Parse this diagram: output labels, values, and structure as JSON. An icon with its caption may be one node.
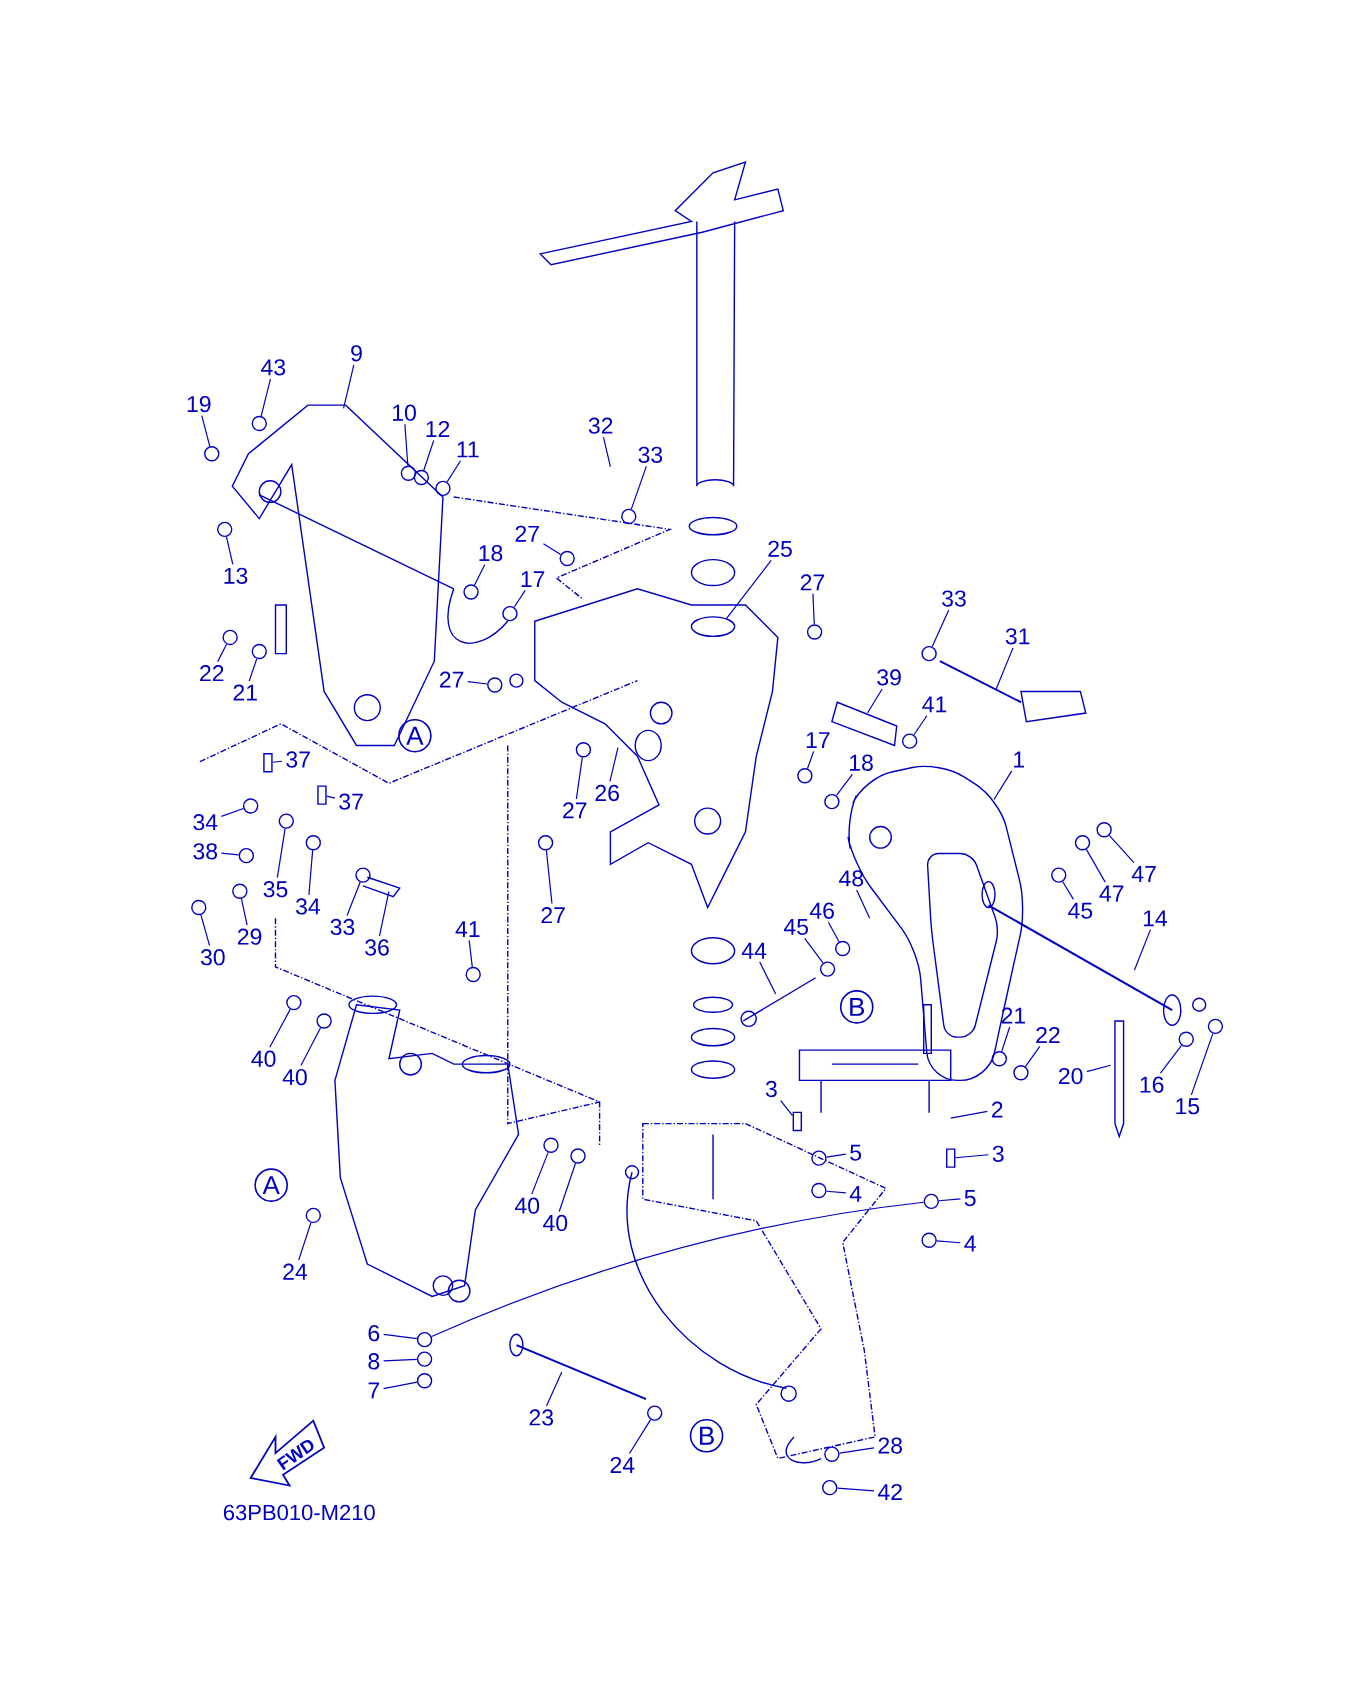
{
  "diagram": {
    "nodes": [
      {
        "text": [
          "9"
        ]
      },
      {
        "text": [
          "43"
        ]
      },
      {
        "text": [
          "19"
        ]
      },
      {
        "text": [
          "10"
        ]
      },
      {
        "text": [
          "12"
        ]
      },
      {
        "text": [
          "11"
        ]
      },
      {
        "text": [
          "13"
        ]
      },
      {
        "text": [
          "32"
        ]
      },
      {
        "text": [
          "33"
        ]
      },
      {
        "text": [
          "27"
        ]
      },
      {
        "text": [
          "18"
        ]
      },
      {
        "text": [
          "17"
        ]
      },
      {
        "text": [
          "25"
        ]
      },
      {
        "text": [
          "27"
        ]
      },
      {
        "text": [
          "33"
        ]
      },
      {
        "text": [
          "31"
        ]
      },
      {
        "text": [
          "22"
        ]
      },
      {
        "text": [
          "21"
        ]
      },
      {
        "text": [
          "27"
        ]
      },
      {
        "text": [
          "39"
        ]
      },
      {
        "text": [
          "41"
        ]
      },
      {
        "text": [
          "1"
        ]
      },
      {
        "text": [
          "17"
        ]
      },
      {
        "text": [
          "18"
        ]
      },
      {
        "text": [
          "37"
        ]
      },
      {
        "text": [
          "37"
        ]
      },
      {
        "text": [
          "27"
        ]
      },
      {
        "text": [
          "26"
        ]
      },
      {
        "text": [
          "34"
        ]
      },
      {
        "text": [
          "38"
        ]
      },
      {
        "text": [
          "35"
        ]
      },
      {
        "text": [
          "34"
        ]
      },
      {
        "text": [
          "29"
        ]
      },
      {
        "text": [
          "30"
        ]
      },
      {
        "text": [
          "33"
        ]
      },
      {
        "text": [
          "36"
        ]
      },
      {
        "text": [
          "27"
        ]
      },
      {
        "text": [
          "41"
        ]
      },
      {
        "text": [
          "48"
        ]
      },
      {
        "text": [
          "45"
        ]
      },
      {
        "text": [
          "47"
        ]
      },
      {
        "text": [
          "47"
        ]
      },
      {
        "text": [
          "46"
        ]
      },
      {
        "text": [
          "45"
        ]
      },
      {
        "text": [
          "44"
        ]
      },
      {
        "text": [
          "14"
        ]
      },
      {
        "text": [
          "21"
        ]
      },
      {
        "text": [
          "22"
        ]
      },
      {
        "text": [
          "20"
        ]
      },
      {
        "text": [
          "16"
        ]
      },
      {
        "text": [
          "15"
        ]
      },
      {
        "text": [
          "40"
        ]
      },
      {
        "text": [
          "40"
        ]
      },
      {
        "text": [
          "3"
        ]
      },
      {
        "text": [
          "2"
        ]
      },
      {
        "text": [
          "5"
        ]
      },
      {
        "text": [
          "3"
        ]
      },
      {
        "text": [
          "4"
        ]
      },
      {
        "text": [
          "5"
        ]
      },
      {
        "text": [
          "4"
        ]
      },
      {
        "text": [
          "40"
        ]
      },
      {
        "text": [
          "40"
        ]
      },
      {
        "text": [
          "24"
        ]
      },
      {
        "text": [
          "6"
        ]
      },
      {
        "text": [
          "8"
        ]
      },
      {
        "text": [
          "7"
        ]
      },
      {
        "text": [
          "23"
        ]
      },
      {
        "text": [
          "24"
        ]
      },
      {
        "text": [
          "28"
        ]
      },
      {
        "text": [
          "42"
        ]
      },
      {
        "text": [
          "A"
        ]
      },
      {
        "text": [
          "A"
        ]
      },
      {
        "text": [
          "B"
        ]
      },
      {
        "text": [
          "B"
        ]
      },
      {
        "text": [],
        "shape": "circle"
      },
      {
        "text": [],
        "shape": "circle"
      },
      {
        "text": [],
        "shape": "circle"
      },
      {
        "text": [],
        "shape": "circle"
      },
      {
        "text": [],
        "shape": "circle"
      },
      {
        "text": [],
        "shape": "circle"
      },
      {
        "text": [],
        "shape": "circle"
      },
      {
        "text": [],
        "shape": "circle"
      },
      {
        "text": [],
        "shape": "circle"
      },
      {
        "text": [],
        "shape": "circle"
      },
      {
        "text": [],
        "shape": "circle"
      },
      {
        "text": [],
        "shape": "circle"
      },
      {
        "text": [],
        "shape": "circle"
      },
      {
        "text": [],
        "shape": "circle"
      },
      {
        "text": [],
        "shape": "circle"
      },
      {
        "text": [],
        "shape": "circle"
      },
      {
        "text": [],
        "shape": "circle"
      },
      {
        "text": [],
        "shape": "circle"
      },
      {
        "text": [],
        "shape": "box"
      },
      {
        "text": [],
        "shape": "box"
      },
      {
        "text": [],
        "shape": "circle"
      },
      {
        "text": [],
        "shape": "circle"
      },
      {
        "text": [],
        "shape": "circle"
      },
      {
        "text": [],
        "shape": "circle"
      },
      {
        "text": [],
        "shape": "circle"
      },
      {
        "text": [],
        "shape": "circle"
      },
      {
        "text": [],
        "shape": "circle"
      },
      {
        "text": [],
        "shape": "circle"
      },
      {
        "text": [],
        "shape": "circle"
      },
      {
        "text": [],
        "shape": "circle"
      },
      {
        "text": [],
        "shape": "circle"
      },
      {
        "text": [],
        "shape": "circle"
      },
      {
        "text": [],
        "shape": "circle"
      },
      {
        "text": [],
        "shape": "circle"
      },
      {
        "text": [],
        "shape": "circle"
      },
      {
        "text": [],
        "shape": "circle"
      },
      {
        "text": [],
        "shape": "circle"
      },
      {
        "text": [],
        "shape": "circle"
      },
      {
        "text": [],
        "shape": "circle"
      },
      {
        "text": [],
        "shape": "circle"
      },
      {
        "text": [],
        "shape": "circle"
      },
      {
        "text": [],
        "shape": "box"
      },
      {
        "text": [],
        "shape": "circle"
      },
      {
        "text": [],
        "shape": "box"
      },
      {
        "text": [],
        "shape": "circle"
      },
      {
        "text": [],
        "shape": "circle"
      },
      {
        "text": [],
        "shape": "circle"
      },
      {
        "text": [],
        "shape": "circle"
      },
      {
        "text": [],
        "shape": "circle"
      },
      {
        "text": [],
        "shape": "circle"
      },
      {
        "text": [],
        "shape": "circle"
      },
      {
        "text": [],
        "shape": "circle"
      },
      {
        "text": [],
        "shape": "circle"
      },
      {
        "text": [],
        "shape": "circle"
      },
      {
        "text": [],
        "shape": "circle"
      },
      {
        "text": [],
        "shape": "circle"
      }
    ],
    "edges": [
      {
        "from": 0,
        "to": null,
        "arrow": "none"
      },
      {
        "from": 1,
        "to": 74,
        "arrow": "none"
      },
      {
        "from": 2,
        "to": 75,
        "arrow": "none"
      },
      {
        "from": 3,
        "to": 76,
        "arrow": "none"
      },
      {
        "from": 4,
        "to": 77,
        "arrow": "none"
      },
      {
        "from": 5,
        "to": 78,
        "arrow": "none"
      },
      {
        "from": 6,
        "to": 79,
        "arrow": "none"
      },
      {
        "from": 7,
        "to": null,
        "arrow": "none"
      },
      {
        "from": 8,
        "to": 80,
        "arrow": "none"
      },
      {
        "from": 9,
        "to": 81,
        "arrow": "none"
      },
      {
        "from": 10,
        "to": 82,
        "arrow": "none"
      },
      {
        "from": 11,
        "to": 83,
        "arrow": "none"
      },
      {
        "from": 12,
        "to": null,
        "arrow": "none"
      },
      {
        "from": 13,
        "to": 84,
        "arrow": "none"
      },
      {
        "from": 14,
        "to": 85,
        "arrow": "none"
      },
      {
        "from": 15,
        "to": null,
        "arrow": "none"
      },
      {
        "from": 16,
        "to": 86,
        "arrow": "none"
      },
      {
        "from": 17,
        "to": 87,
        "arrow": "none"
      },
      {
        "from": 18,
        "to": 88,
        "arrow": "none"
      },
      {
        "from": 19,
        "to": null,
        "arrow": "none"
      },
      {
        "from": 20,
        "to": 89,
        "arrow": "none"
      },
      {
        "from": 21,
        "to": null,
        "arrow": "none"
      },
      {
        "from": 22,
        "to": 90,
        "arrow": "none"
      },
      {
        "from": 23,
        "to": 91,
        "arrow": "none"
      },
      {
        "from": 24,
        "to": 92,
        "arrow": "none"
      },
      {
        "from": 25,
        "to": 93,
        "arrow": "none"
      },
      {
        "from": 26,
        "to": 94,
        "arrow": "none"
      },
      {
        "from": 27,
        "to": null,
        "arrow": "none"
      },
      {
        "from": 28,
        "to": 95,
        "arrow": "none"
      },
      {
        "from": 29,
        "to": 96,
        "arrow": "none"
      },
      {
        "from": 30,
        "to": 97,
        "arrow": "none"
      },
      {
        "from": 31,
        "to": 98,
        "arrow": "none"
      },
      {
        "from": 32,
        "to": 99,
        "arrow": "none"
      },
      {
        "from": 33,
        "to": 100,
        "arrow": "none"
      },
      {
        "from": 34,
        "to": 101,
        "arrow": "none"
      },
      {
        "from": 35,
        "to": null,
        "arrow": "none"
      },
      {
        "from": 36,
        "to": 102,
        "arrow": "none"
      },
      {
        "from": 37,
        "to": 103,
        "arrow": "none"
      },
      {
        "from": 38,
        "to": null,
        "arrow": "none"
      },
      {
        "from": 39,
        "to": 104,
        "arrow": "none"
      },
      {
        "from": 40,
        "to": 105,
        "arrow": "none"
      },
      {
        "from": 41,
        "to": 106,
        "arrow": "none"
      },
      {
        "from": 42,
        "to": 107,
        "arrow": "none"
      },
      {
        "from": 43,
        "to": 108,
        "arrow": "none"
      },
      {
        "from": 44,
        "to": null,
        "arrow": "none"
      },
      {
        "from": 45,
        "to": null,
        "arrow": "none"
      },
      {
        "from": 46,
        "to": 109,
        "arrow": "none"
      },
      {
        "from": 47,
        "to": 110,
        "arrow": "none"
      },
      {
        "from": 48,
        "to": null,
        "arrow": "none"
      },
      {
        "from": 49,
        "to": 111,
        "arrow": "none"
      },
      {
        "from": 50,
        "to": 112,
        "arrow": "none"
      },
      {
        "from": 51,
        "to": 113,
        "arrow": "none"
      },
      {
        "from": 52,
        "to": 114,
        "arrow": "none"
      },
      {
        "from": 53,
        "to": 115,
        "arrow": "none"
      },
      {
        "from": 54,
        "to": null,
        "arrow": "none"
      },
      {
        "from": 55,
        "to": 116,
        "arrow": "none"
      },
      {
        "from": 56,
        "to": 117,
        "arrow": "none"
      },
      {
        "from": 57,
        "to": 118,
        "arrow": "none"
      },
      {
        "from": 58,
        "to": 119,
        "arrow": "none"
      },
      {
        "from": 59,
        "to": 120,
        "arrow": "none"
      },
      {
        "from": 60,
        "to": 121,
        "arrow": "none"
      },
      {
        "from": 61,
        "to": 122,
        "arrow": "none"
      },
      {
        "from": 62,
        "to": 123,
        "arrow": "none"
      },
      {
        "from": 63,
        "to": 124,
        "arrow": "none"
      },
      {
        "from": 64,
        "to": 125,
        "arrow": "none"
      },
      {
        "from": 65,
        "to": 126,
        "arrow": "none"
      },
      {
        "from": 66,
        "to": null,
        "arrow": "none"
      },
      {
        "from": 67,
        "to": 127,
        "arrow": "none"
      },
      {
        "from": 68,
        "to": 128,
        "arrow": "none"
      },
      {
        "from": 69,
        "to": 129,
        "arrow": "none"
      },
      {
        "from": 124,
        "to": 119,
        "arrow": "none"
      }
    ],
    "labels": [
      "FWD",
      "63PB010-M210"
    ]
  }
}
